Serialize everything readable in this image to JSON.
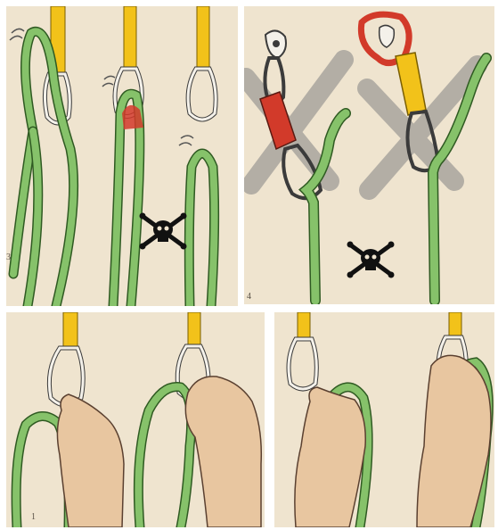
{
  "image": {
    "description_free": true,
    "panels": [
      {
        "id": "top-left",
        "number_label": "3",
        "hazard_icon": "skull-crossbones-icon"
      },
      {
        "id": "top-right",
        "number_label": "4",
        "hazard_icon": "skull-crossbones-icon",
        "crossed_marks": 2
      },
      {
        "id": "bottom-left",
        "number_label": "1"
      },
      {
        "id": "bottom-right",
        "number_label": ""
      }
    ],
    "colors": {
      "paper": "#efe4cf",
      "sling": "#f2c21a",
      "rope": "#86c26a",
      "rope_outline": "#2f5a22",
      "carabiner": "#f4f1ea",
      "carabiner_outline": "#3b3b3b",
      "red_carabiner": "#d23a2a",
      "skin": "#e8c6a0",
      "hazard_black": "#111111",
      "cross_gray": "#9a9894"
    }
  }
}
